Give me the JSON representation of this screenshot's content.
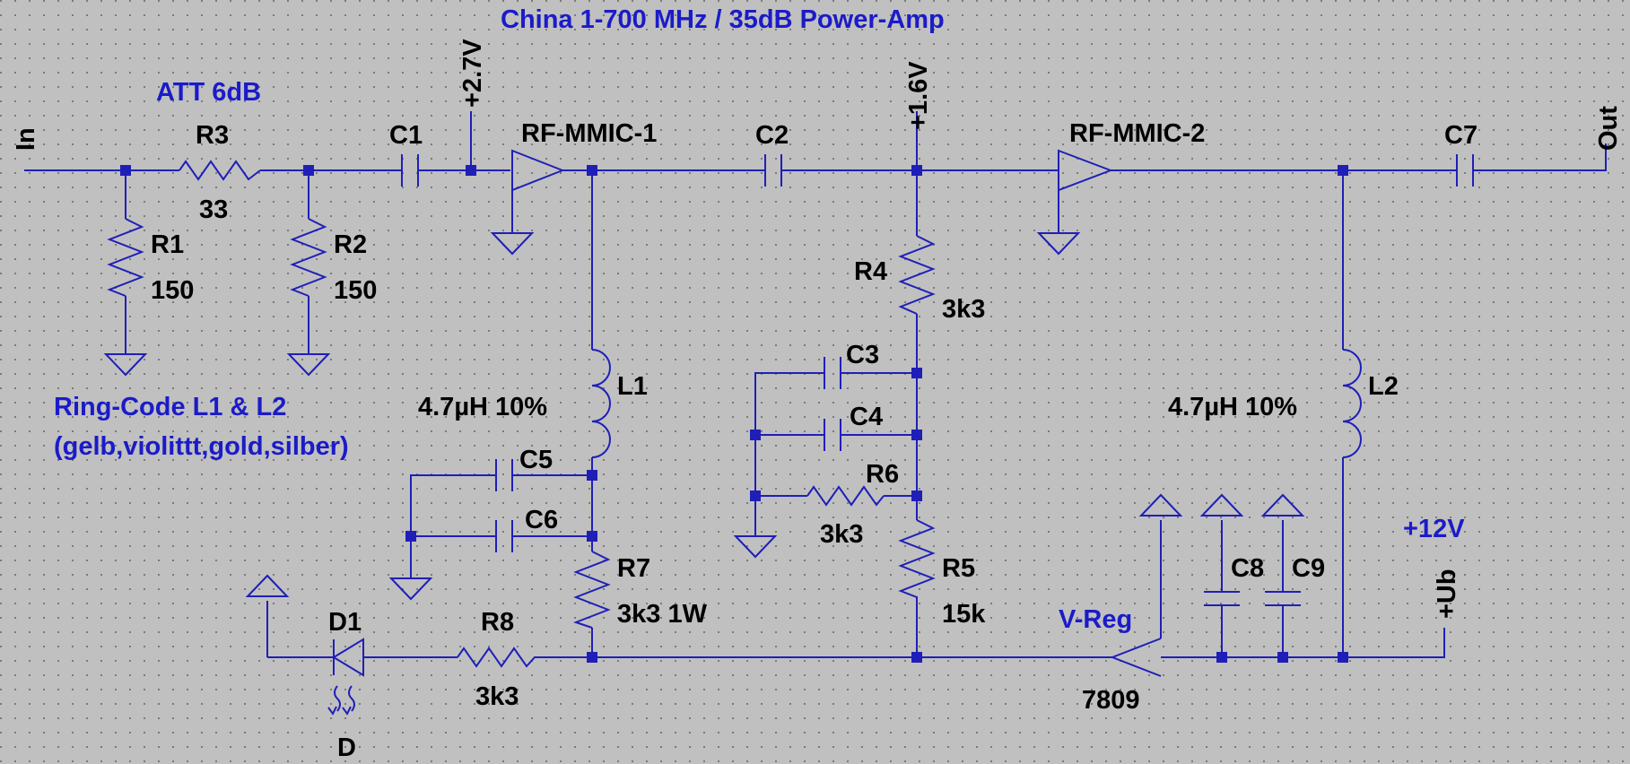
{
  "title": "China 1-700 MHz / 35dB Power-Amp",
  "notes": {
    "att": "ATT 6dB",
    "ring_code_1": "Ring-Code L1 & L2",
    "ring_code_2": "(gelb,violittt,gold,silber)",
    "vreg": "V-Reg",
    "supply": "+12V"
  },
  "ports": {
    "in": "In",
    "out": "Out",
    "ub": "+Ub"
  },
  "rails": {
    "v27": "+2.7V",
    "v16": "+1.6V"
  },
  "components": {
    "r1": {
      "name": "R1",
      "value": "150"
    },
    "r2": {
      "name": "R2",
      "value": "150"
    },
    "r3": {
      "name": "R3",
      "value": "33"
    },
    "r4": {
      "name": "R4",
      "value": "3k3"
    },
    "r5": {
      "name": "R5",
      "value": "15k"
    },
    "r6": {
      "name": "R6",
      "value": "3k3"
    },
    "r7": {
      "name": "R7",
      "value": "3k3 1W"
    },
    "r8": {
      "name": "R8",
      "value": "3k3"
    },
    "c1": {
      "name": "C1"
    },
    "c2": {
      "name": "C2"
    },
    "c3": {
      "name": "C3"
    },
    "c4": {
      "name": "C4"
    },
    "c5": {
      "name": "C5"
    },
    "c6": {
      "name": "C6"
    },
    "c7": {
      "name": "C7"
    },
    "c8": {
      "name": "C8"
    },
    "c9": {
      "name": "C9"
    },
    "l1": {
      "name": "L1",
      "value": "4.7µH 10%"
    },
    "l2": {
      "name": "L2",
      "value": "4.7µH 10%"
    },
    "mmic1": {
      "name": "RF-MMIC-1"
    },
    "mmic2": {
      "name": "RF-MMIC-2"
    },
    "d1": {
      "name": "D1",
      "value": "D"
    },
    "vreg": {
      "value": "7809"
    }
  }
}
